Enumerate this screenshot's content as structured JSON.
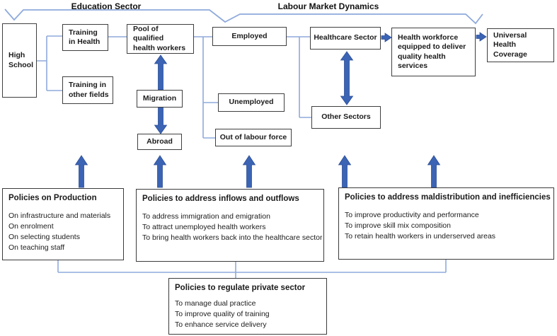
{
  "headers": {
    "education": "Education Sector",
    "labour": "Labour Market Dynamics"
  },
  "nodes": {
    "high_school": "High\nSchool",
    "training_health": "Training\nin Health",
    "training_other": "Training in\nother fields",
    "pool": "Pool of qualified\nhealth workers",
    "migration": "Migration",
    "abroad": "Abroad",
    "employed": "Employed",
    "unemployed": "Unemployed",
    "out_of_labour": "Out of labour force",
    "healthcare": "Healthcare Sector",
    "other_sectors": "Other Sectors",
    "workforce": "Health workforce\nequipped to deliver\nquality health\nservices",
    "uhc": "Universal Health\nCoverage"
  },
  "policies": [
    {
      "title": "Policies on Production",
      "items": [
        "On infrastructure and materials",
        "On enrolment",
        "On selecting students",
        "On teaching staff"
      ]
    },
    {
      "title": "Policies to address inflows and outflows",
      "items": [
        "To address immigration and emigration",
        "To attract unemployed health workers",
        "To bring health workers back into the healthcare sector"
      ]
    },
    {
      "title": "Policies to address maldistribution and inefficiencies",
      "items": [
        "To improve productivity and performance",
        "To improve skill mix composition",
        "To retain health workers in underserved areas"
      ]
    },
    {
      "title": "Policies to regulate private sector",
      "items": [
        "To manage dual practice",
        "To improve quality of training",
        "To enhance service delivery"
      ]
    }
  ],
  "colors": {
    "thick_arrow_blue": "#3b64b5",
    "thin_connector_blue": "#8faadc",
    "box_border": "#3f3f3f"
  }
}
